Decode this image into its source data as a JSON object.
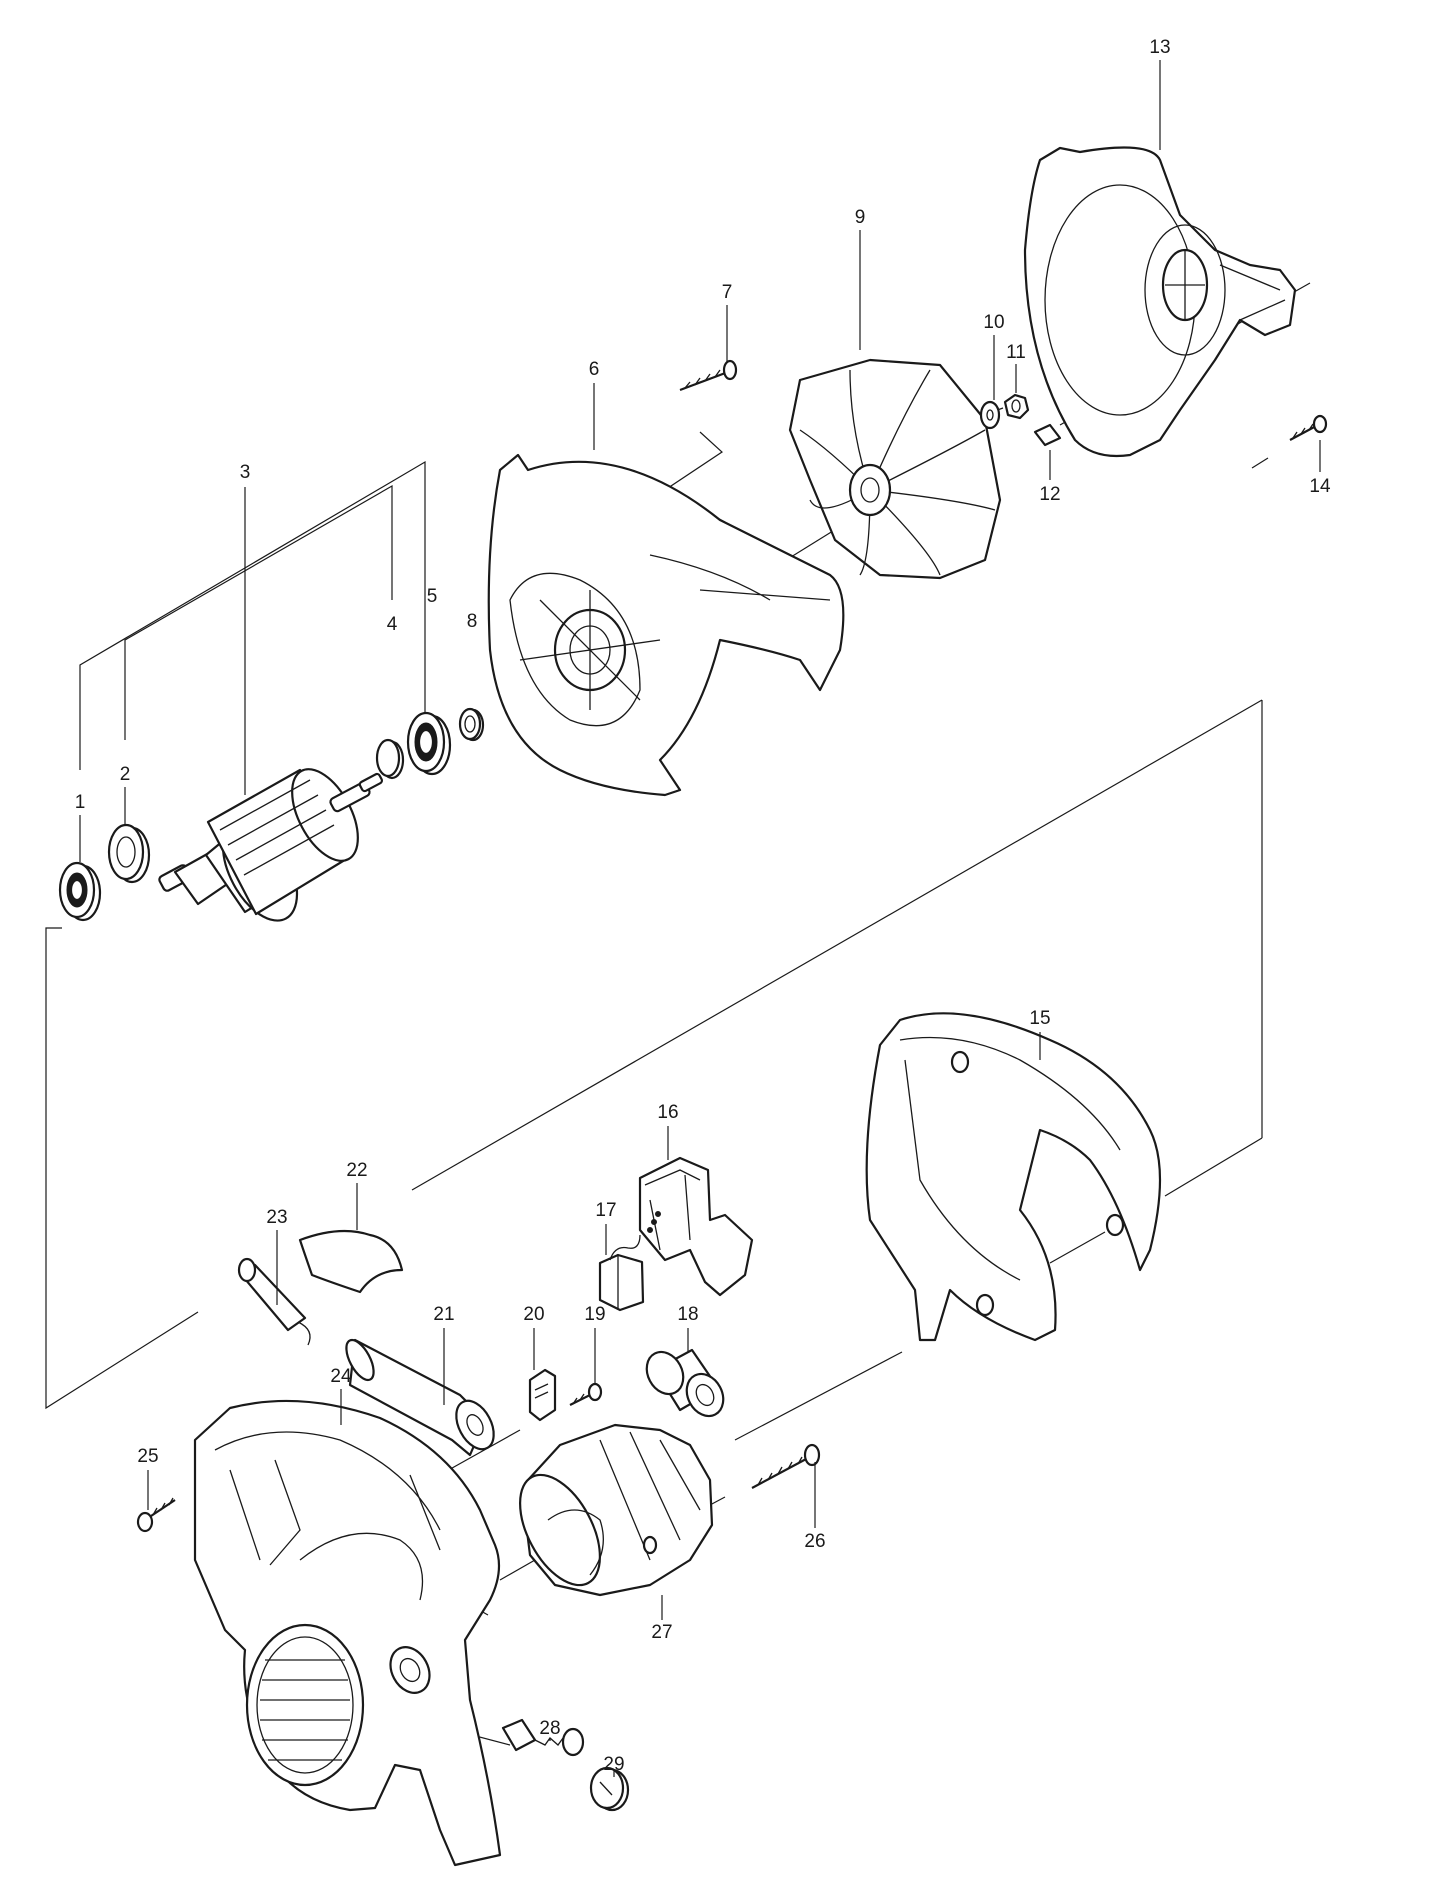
{
  "callouts": [
    {
      "id": "1",
      "label": "1"
    },
    {
      "id": "2",
      "label": "2"
    },
    {
      "id": "3",
      "label": "3"
    },
    {
      "id": "4",
      "label": "4"
    },
    {
      "id": "5",
      "label": "5"
    },
    {
      "id": "6",
      "label": "6"
    },
    {
      "id": "7",
      "label": "7"
    },
    {
      "id": "8",
      "label": "8"
    },
    {
      "id": "9",
      "label": "9"
    },
    {
      "id": "10",
      "label": "10"
    },
    {
      "id": "11",
      "label": "11"
    },
    {
      "id": "12",
      "label": "12"
    },
    {
      "id": "13",
      "label": "13"
    },
    {
      "id": "14",
      "label": "14"
    },
    {
      "id": "15",
      "label": "15"
    },
    {
      "id": "16",
      "label": "16"
    },
    {
      "id": "17",
      "label": "17"
    },
    {
      "id": "18",
      "label": "18"
    },
    {
      "id": "19",
      "label": "19"
    },
    {
      "id": "20",
      "label": "20"
    },
    {
      "id": "21",
      "label": "21"
    },
    {
      "id": "22",
      "label": "22"
    },
    {
      "id": "23",
      "label": "23"
    },
    {
      "id": "24",
      "label": "24"
    },
    {
      "id": "25",
      "label": "25"
    },
    {
      "id": "26",
      "label": "26"
    },
    {
      "id": "27",
      "label": "27"
    },
    {
      "id": "28",
      "label": "28"
    },
    {
      "id": "29",
      "label": "29"
    }
  ],
  "colors": {
    "line": "#1a1a1a",
    "background": "#ffffff"
  }
}
